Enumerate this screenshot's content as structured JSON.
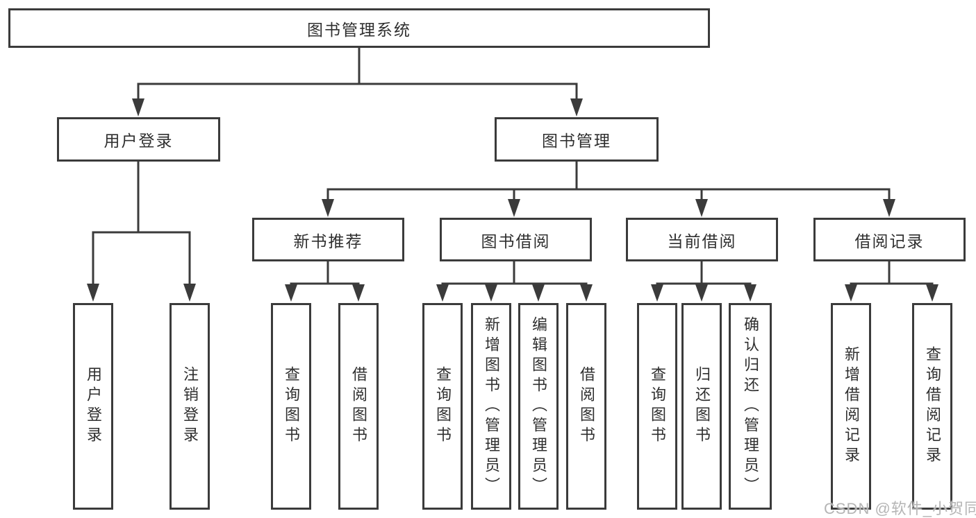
{
  "diagram": {
    "type": "hierarchy-flowchart",
    "title": "图书管理系统",
    "level2": [
      {
        "label": "用户登录"
      },
      {
        "label": "图书管理"
      }
    ],
    "level3": [
      {
        "label": "新书推荐"
      },
      {
        "label": "图书借阅"
      },
      {
        "label": "当前借阅"
      },
      {
        "label": "借阅记录"
      }
    ],
    "leaves": [
      {
        "label": "用户登录",
        "parent": "用户登录"
      },
      {
        "label": "注销登录",
        "parent": "用户登录"
      },
      {
        "label": "查询图书",
        "parent": "新书推荐"
      },
      {
        "label": "借阅图书",
        "parent": "新书推荐"
      },
      {
        "label": "查询图书",
        "parent": "图书借阅"
      },
      {
        "label": "新增图书（管理员）",
        "parent": "图书借阅"
      },
      {
        "label": "编辑图书（管理员）",
        "parent": "图书借阅"
      },
      {
        "label": "借阅图书",
        "parent": "图书借阅"
      },
      {
        "label": "查询图书",
        "parent": "当前借阅"
      },
      {
        "label": "归还图书",
        "parent": "当前借阅"
      },
      {
        "label": "确认归还（管理员）",
        "parent": "当前借阅"
      },
      {
        "label": "新增借阅记录",
        "parent": "借阅记录"
      },
      {
        "label": "查询借阅记录",
        "parent": "借阅记录"
      }
    ]
  },
  "watermark": "CSDN @软件_小贺同学",
  "colors": {
    "line": "#3b3b3b",
    "text": "#2f2f2f",
    "background": "#ffffff",
    "watermark": "#b5b5b5"
  }
}
